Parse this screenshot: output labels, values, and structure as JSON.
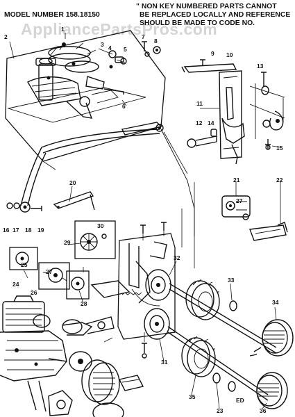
{
  "header": {
    "model_line": "MODEL NUMBER 158.18150",
    "note_lines": [
      "\" NON KEY NUMBERED PARTS CANNOT",
      "BE REPLACED LOCALLY AND REFERENCE",
      "SHOULD BE MADE TO CODE NO."
    ]
  },
  "watermark": "AppliancePartsPros.com",
  "part_labels": [
    "1",
    "2",
    "3",
    "4",
    "5",
    "6",
    "7",
    "8",
    "9",
    "10",
    "11",
    "12",
    "13",
    "14",
    "15",
    "16",
    "17",
    "18",
    "19",
    "20",
    "21",
    "22",
    "23",
    "24",
    "25",
    "26",
    "27",
    "28",
    "29",
    "30",
    "31",
    "32",
    "33",
    "34",
    "35",
    "36"
  ],
  "extra_labels": {
    "ed": "ED",
    "label_27b": "27"
  }
}
